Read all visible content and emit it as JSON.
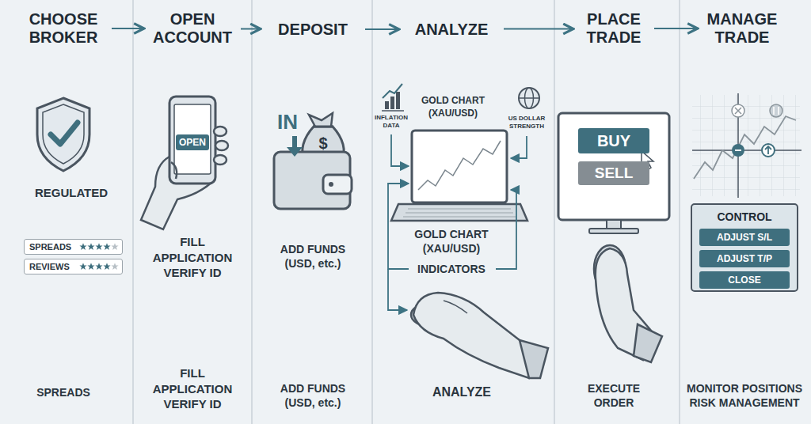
{
  "diagram": {
    "nodes": [
      {
        "text": [
          "CHOOSE BROKER"
        ]
      },
      {
        "text": [
          "OPEN ACCOUNT"
        ]
      },
      {
        "text": [
          "DEPOSIT"
        ]
      },
      {
        "text": [
          "ANALYZE"
        ]
      },
      {
        "text": [
          "PLACE TRADE"
        ]
      },
      {
        "text": [
          "MANAGE TRADE"
        ]
      },
      {
        "text": [
          "SPREADS"
        ]
      },
      {
        "text": [
          "REVIEWS"
        ]
      },
      {
        "text": [
          "OPEN"
        ]
      },
      {
        "text": [
          "BUY"
        ]
      },
      {
        "text": [
          "SELL"
        ]
      },
      {
        "text": [
          "CONTROL"
        ]
      },
      {
        "text": [
          "ADJUST S/L"
        ],
        "in": 11
      },
      {
        "text": [
          "ADJUST T/P"
        ],
        "in": 11
      },
      {
        "text": [
          "CLOSE"
        ],
        "in": 11
      }
    ],
    "edges": [
      {
        "from": 0,
        "to": 1,
        "arrow": "to"
      },
      {
        "from": 1,
        "to": 2,
        "arrow": "to"
      },
      {
        "from": 2,
        "to": 3,
        "arrow": "to"
      },
      {
        "from": 3,
        "to": 4,
        "arrow": "to"
      },
      {
        "from": 4,
        "to": 5,
        "arrow": "to"
      }
    ],
    "labels": [
      "REGULATED",
      "FILL APPLICATION VERIFY ID",
      "IN",
      "$",
      "ADD FUNDS (USD, etc.)",
      "INFLATION DATA",
      "GOLD CHART (XAU/USD)",
      "US DOLLAR STRENGTH",
      "GOLD CHART (XAU/USD)",
      "INDICATORS",
      "SPREADS",
      "FILL APPLICATION VERIFY ID",
      "ADD FUNDS (USD, etc.)",
      "ANALYZE",
      "EXECUTE ORDER",
      "MONITOR POSITIONS RISK MANAGEMENT"
    ]
  }
}
